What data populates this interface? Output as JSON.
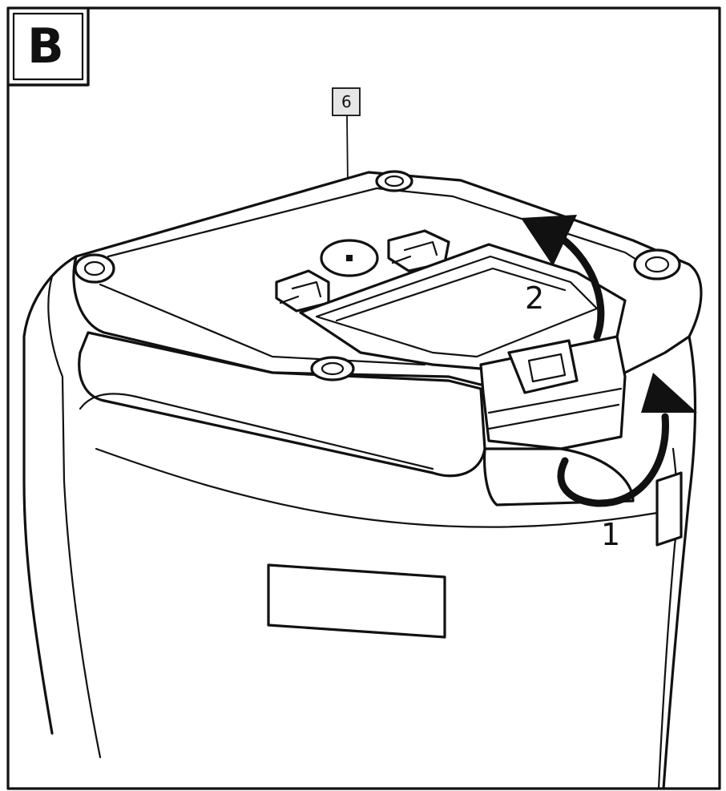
{
  "panel": {
    "label": "B"
  },
  "callout": {
    "number": "6"
  },
  "steps": {
    "step_1_label": "1",
    "step_2_label": "2"
  },
  "colors": {
    "ink": "#111111",
    "paper": "#ffffff",
    "callout_box": "#e6e6e6"
  },
  "icons": {
    "step_1_arrow": "curved-arrow-counterclockwise-icon",
    "step_2_arrow": "curved-arrow-up-icon"
  }
}
